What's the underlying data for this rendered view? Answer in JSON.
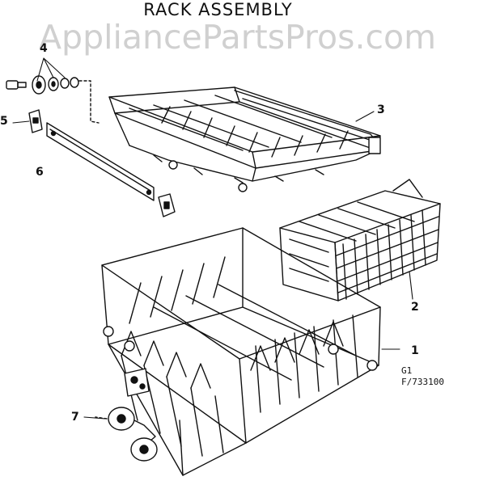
{
  "title": "RACK ASSEMBLY",
  "watermark": "AppliancePartsPros.com",
  "callouts": [
    "1",
    "2",
    "3",
    "4",
    "5",
    "6",
    "7"
  ],
  "figure_ref": {
    "line1": "G1",
    "line2": "F/733100"
  }
}
